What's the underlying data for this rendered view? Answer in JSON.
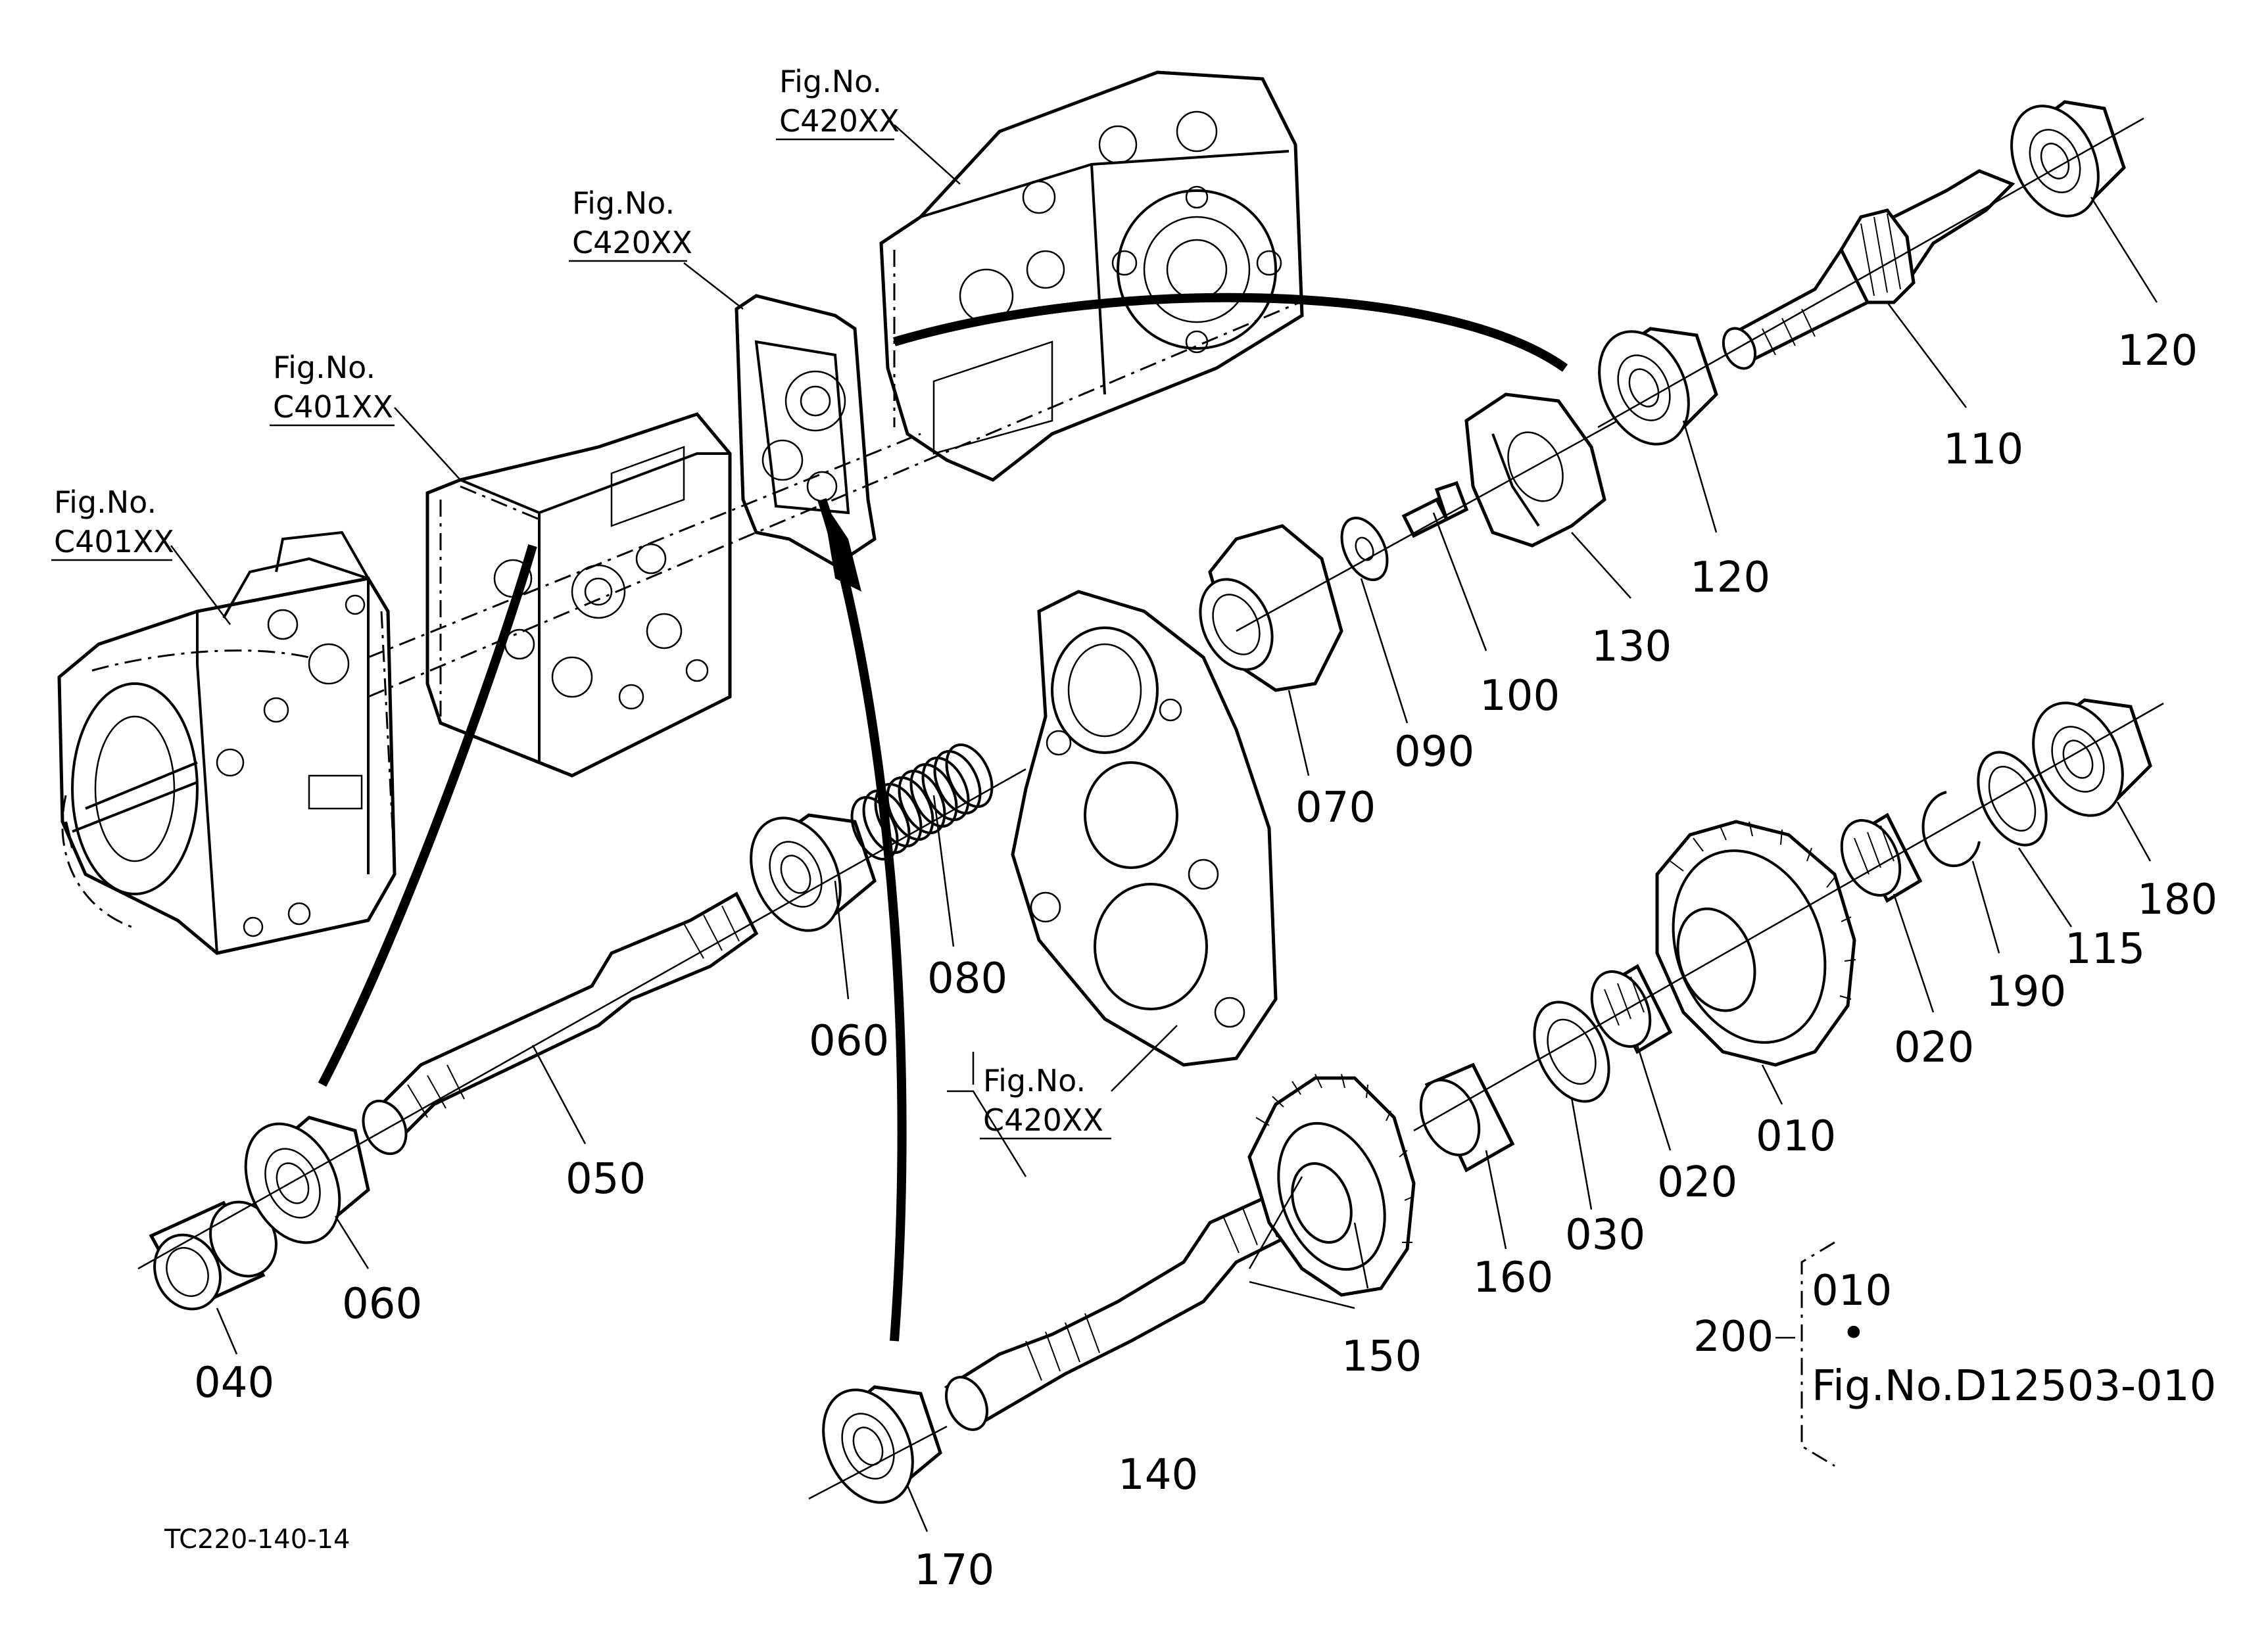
{
  "diagram": {
    "drawing_code": "TC220-140-14",
    "figure_references": [
      {
        "id": "ref-c420xx-top",
        "line1": "Fig.No.",
        "line2": "C420XX"
      },
      {
        "id": "ref-c420xx-mid",
        "line1": "Fig.No.",
        "line2": "C420XX"
      },
      {
        "id": "ref-c401xx-mid",
        "line1": "Fig.No.",
        "line2": "C401XX"
      },
      {
        "id": "ref-c401xx-left",
        "line1": "Fig.No.",
        "line2": "C401XX"
      },
      {
        "id": "ref-c420xx-bottom",
        "line1": "Fig.No.",
        "line2": "C420XX"
      }
    ],
    "part_numbers": {
      "p010": "010",
      "p020a": "020",
      "p020b": "020",
      "p030": "030",
      "p040": "040",
      "p050": "050",
      "p060a": "060",
      "p060b": "060",
      "p070": "070",
      "p080": "080",
      "p090": "090",
      "p100": "100",
      "p110": "110",
      "p115": "115",
      "p120a": "120",
      "p120b": "120",
      "p130": "130",
      "p140": "140",
      "p150": "150",
      "p160": "160",
      "p170": "170",
      "p180": "180",
      "p190": "190"
    },
    "assembly_note": {
      "number": "200",
      "component": "010",
      "separator": "•",
      "reference": "Fig.No.D12503-010"
    }
  }
}
